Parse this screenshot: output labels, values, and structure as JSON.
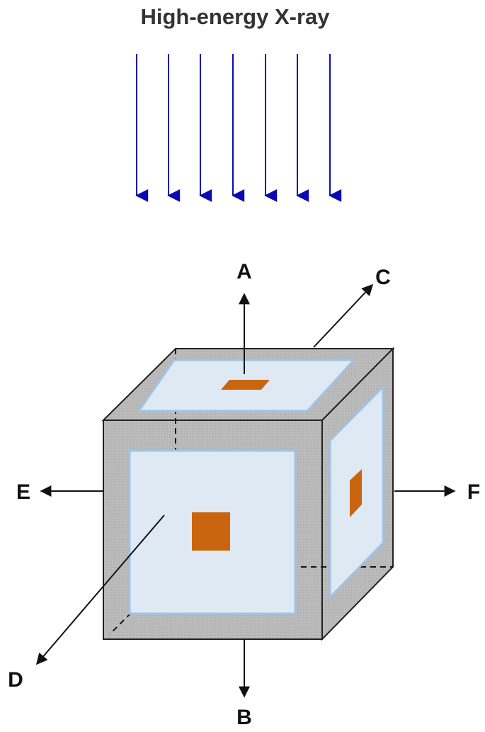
{
  "title": "High-energy X-ray",
  "labels": {
    "A": "A",
    "B": "B",
    "C": "C",
    "D": "D",
    "E": "E",
    "F": "F"
  },
  "colors": {
    "xray_arrow": "#0a0ab4",
    "box_face": "#b8b8b8",
    "window": "#dfe9f4",
    "window_border": "#9fc3e6",
    "sample": "#c9650e",
    "beam_arrow": "#111111"
  }
}
